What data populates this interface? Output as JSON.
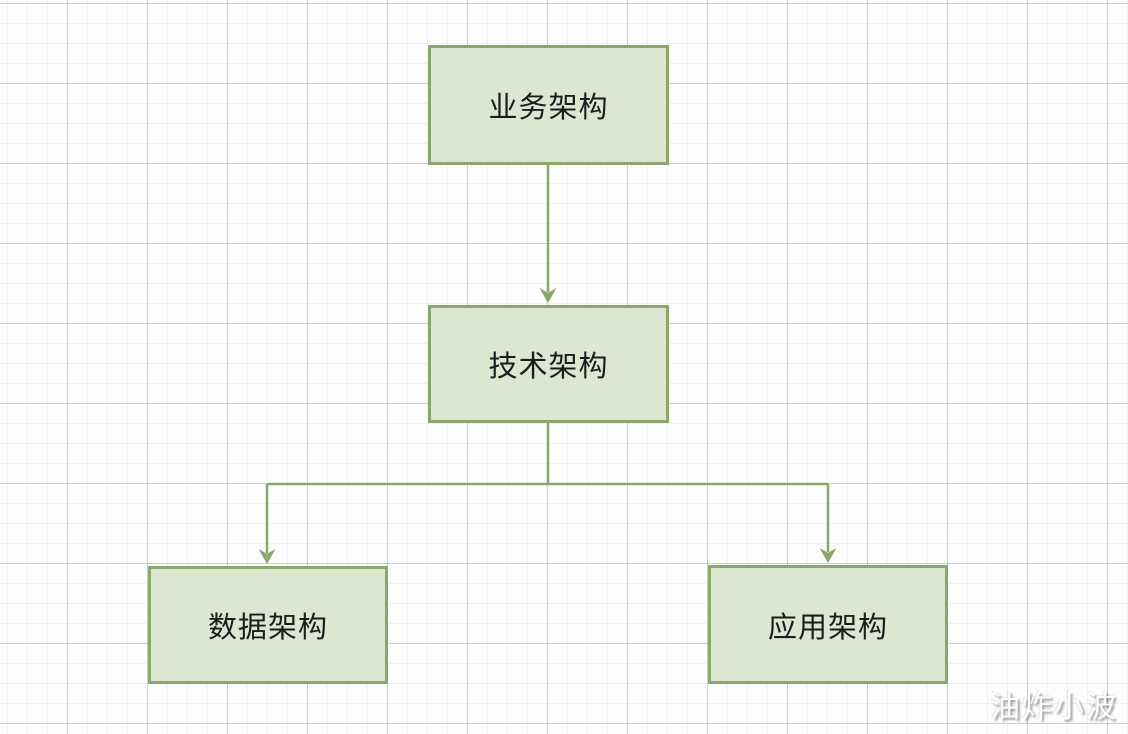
{
  "diagram": {
    "title": "architecture-flowchart",
    "nodes": [
      {
        "id": "business",
        "label": "业务架构"
      },
      {
        "id": "technology",
        "label": "技术架构"
      },
      {
        "id": "data",
        "label": "数据架构"
      },
      {
        "id": "application",
        "label": "应用架构"
      }
    ],
    "edges": [
      {
        "from": "business",
        "to": "technology",
        "type": "arrow"
      },
      {
        "from": "technology",
        "to": "data",
        "type": "arrow"
      },
      {
        "from": "technology",
        "to": "application",
        "type": "arrow"
      }
    ],
    "colors": {
      "node_fill": "#dbe7d1",
      "node_border": "#8aa86c",
      "connector": "#8aa86c",
      "node_text": "#1c1c1c",
      "grid_minor": "#f3f3f3",
      "grid_major": "#d8d8d8",
      "canvas_background": "#fdfdfd"
    }
  },
  "watermark": {
    "text": "油炸小波"
  }
}
